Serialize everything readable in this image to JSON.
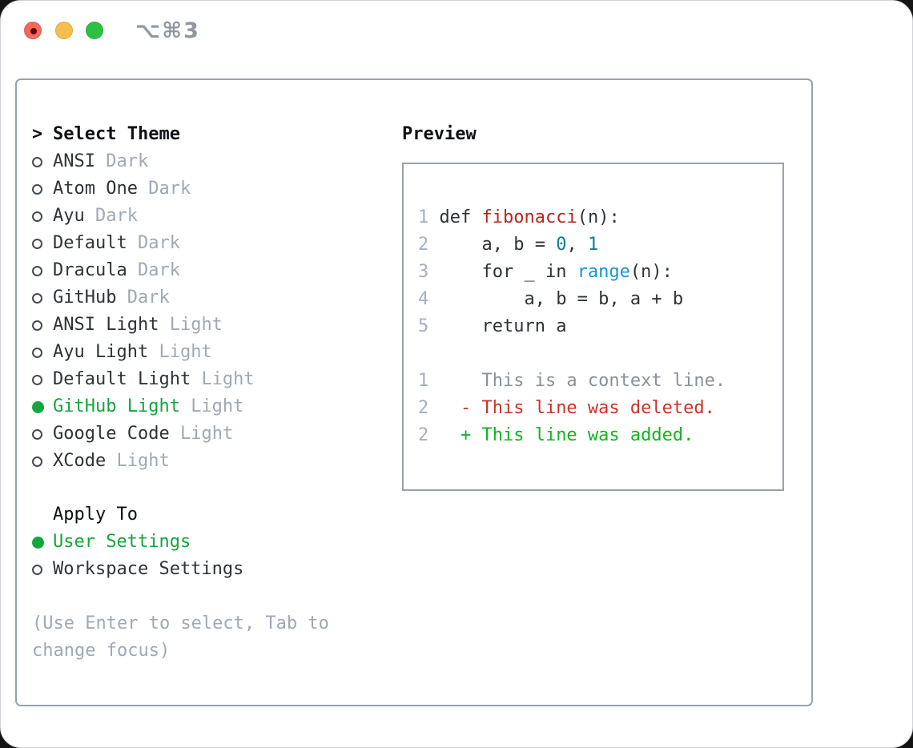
{
  "titlebar": {
    "title": "⌥⌘3"
  },
  "picker": {
    "prompt": ">",
    "header": "Select Theme",
    "themes": [
      {
        "name": "ANSI",
        "variant": "Dark",
        "selected": false
      },
      {
        "name": "Atom One",
        "variant": "Dark",
        "selected": false
      },
      {
        "name": "Ayu",
        "variant": "Dark",
        "selected": false
      },
      {
        "name": "Default",
        "variant": "Dark",
        "selected": false
      },
      {
        "name": "Dracula",
        "variant": "Dark",
        "selected": false
      },
      {
        "name": "GitHub",
        "variant": "Dark",
        "selected": false
      },
      {
        "name": "ANSI Light",
        "variant": "Light",
        "selected": false
      },
      {
        "name": "Ayu Light",
        "variant": "Light",
        "selected": false
      },
      {
        "name": "Default Light",
        "variant": "Light",
        "selected": false
      },
      {
        "name": "GitHub Light",
        "variant": "Light",
        "selected": true
      },
      {
        "name": "Google Code",
        "variant": "Light",
        "selected": false
      },
      {
        "name": "XCode",
        "variant": "Light",
        "selected": false
      }
    ],
    "apply_to": {
      "header": "Apply To",
      "options": [
        {
          "label": "User Settings",
          "selected": true
        },
        {
          "label": "Workspace Settings",
          "selected": false
        }
      ]
    },
    "hint": "(Use Enter to select, Tab to change focus)"
  },
  "preview": {
    "header": "Preview",
    "code_lines": [
      {
        "num": "1",
        "tokens": [
          {
            "text": "def ",
            "style": "plain"
          },
          {
            "text": "fibonacci",
            "style": "function"
          },
          {
            "text": "(n):",
            "style": "plain"
          }
        ]
      },
      {
        "num": "2",
        "tokens": [
          {
            "text": "    a, b = ",
            "style": "plain"
          },
          {
            "text": "0",
            "style": "number"
          },
          {
            "text": ", ",
            "style": "plain"
          },
          {
            "text": "1",
            "style": "number"
          }
        ]
      },
      {
        "num": "3",
        "tokens": [
          {
            "text": "    for _ in ",
            "style": "plain"
          },
          {
            "text": "range",
            "style": "builtin"
          },
          {
            "text": "(n):",
            "style": "plain"
          }
        ]
      },
      {
        "num": "4",
        "tokens": [
          {
            "text": "        a, b = b, a + b",
            "style": "plain"
          }
        ]
      },
      {
        "num": "5",
        "tokens": [
          {
            "text": "    return a",
            "style": "plain"
          }
        ]
      }
    ],
    "diff_lines": [
      {
        "num": "1",
        "marker": " ",
        "text": "This is a context line.",
        "type": "context"
      },
      {
        "num": "2",
        "marker": "-",
        "text": "This line was deleted.",
        "type": "deleted"
      },
      {
        "num": "2",
        "marker": "+",
        "text": "This line was added.",
        "type": "added"
      }
    ]
  },
  "colors": {
    "border": "#98a2ac",
    "header_text": "#0d1115",
    "dark_text": "#2e3338",
    "muted_text": "#9fa9b4",
    "line_number": "#a6b0bc",
    "context_text": "#8a9199",
    "radio_ring": "#454b52",
    "green_selected": "#12a73c",
    "green_added": "#0eb51f",
    "red_deleted": "#c93427",
    "red_function": "#b12a20",
    "teal_number": "#0d7f8c",
    "blue_builtin": "#1795d1"
  }
}
